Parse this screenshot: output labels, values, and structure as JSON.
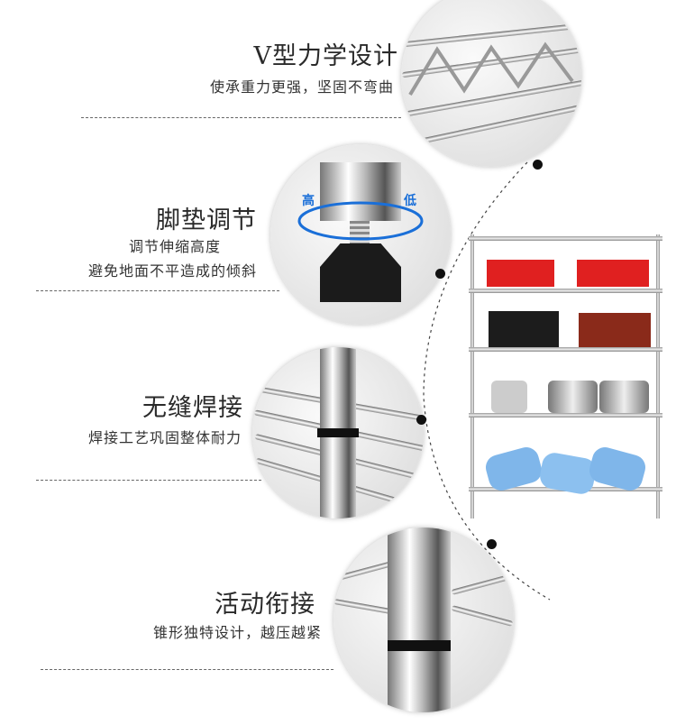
{
  "features": [
    {
      "title": "V型力学设计",
      "lines": [
        "使承重力更强，坚固不弯曲"
      ]
    },
    {
      "title": "脚垫调节",
      "lines": [
        "调节伸缩高度",
        "避免地面不平造成的倾斜"
      ],
      "high_label": "高",
      "low_label": "低"
    },
    {
      "title": "无缝焊接",
      "lines": [
        "焊接工艺巩固整体耐力"
      ]
    },
    {
      "title": "活动衔接",
      "lines": [
        "锥形独特设计，越压越紧"
      ]
    }
  ],
  "colors": {
    "accent_blue": "#1a6fd8",
    "basket_red": "#e02020"
  }
}
